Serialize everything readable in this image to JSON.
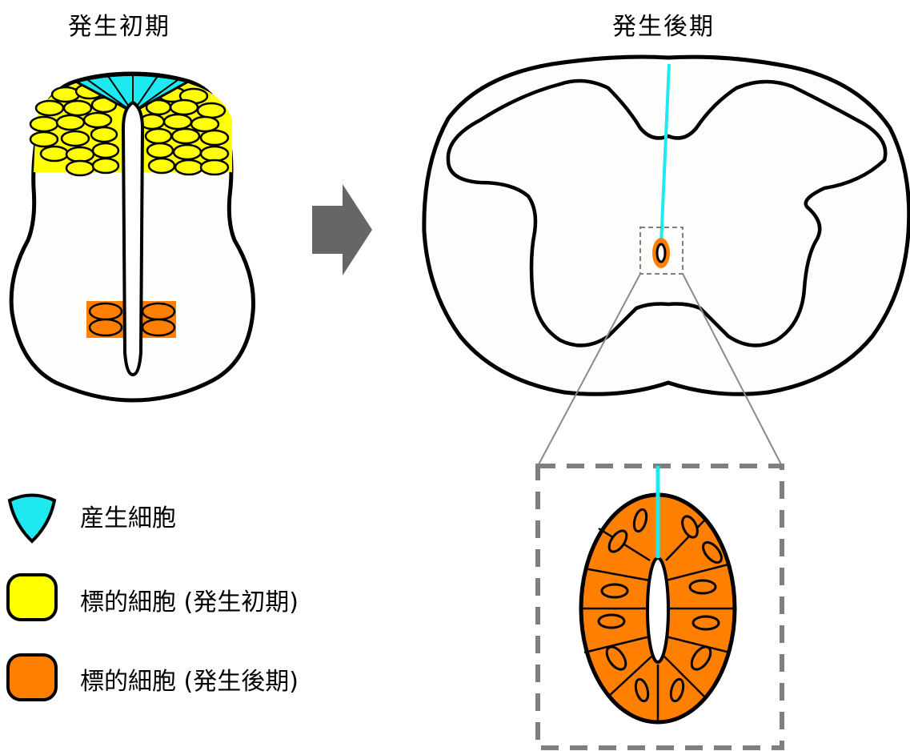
{
  "titles": {
    "early": "発生初期",
    "late": "発生後期"
  },
  "legend": [
    {
      "label": "産生細胞",
      "color": "#1ee8f0"
    },
    {
      "label": "標的細胞 (発生初期)",
      "color": "#ffff00"
    },
    {
      "label": "標的細胞 (発生後期)",
      "color": "#ff7f00"
    }
  ],
  "colors": {
    "producer": "#1ee8f0",
    "target_early": "#ffff00",
    "target_late": "#ff7f00",
    "outline": "#000000",
    "arrow": "#666666",
    "dashed_box": "#7f7f7f",
    "tissue_fill": "#fdfdfb"
  }
}
